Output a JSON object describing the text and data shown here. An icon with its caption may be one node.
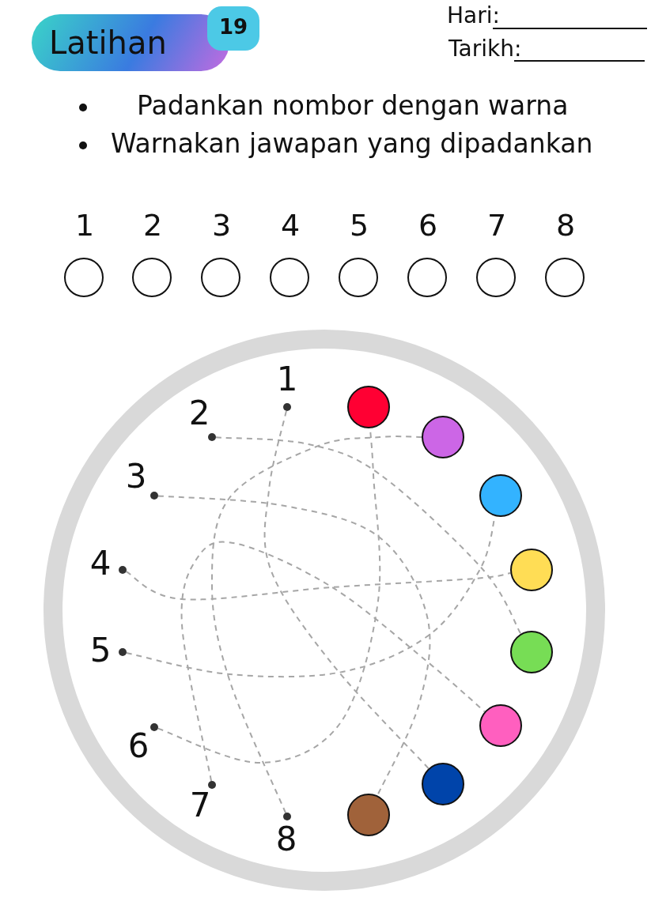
{
  "diagram": {
    "title": "Latihan",
    "nodes": [
      {
        "text": [
          "1"
        ]
      },
      {
        "text": [
          "2"
        ]
      },
      {
        "text": [
          "3"
        ]
      },
      {
        "text": [
          "4"
        ]
      },
      {
        "text": [
          "5"
        ]
      },
      {
        "text": [
          "6"
        ]
      },
      {
        "text": [
          "7"
        ]
      },
      {
        "text": [
          "8"
        ]
      },
      {
        "text": [],
        "shape": "circle"
      },
      {
        "text": [],
        "shape": "circle"
      },
      {
        "text": [],
        "shape": "circle"
      },
      {
        "text": [],
        "shape": "circle"
      },
      {
        "text": [],
        "shape": "circle"
      },
      {
        "text": [],
        "shape": "circle"
      },
      {
        "text": [],
        "shape": "circle"
      },
      {
        "text": [],
        "shape": "circle"
      }
    ],
    "edges": [
      {
        "from": 0,
        "to": 14,
        "arrow": "none",
        "style": "dashed"
      },
      {
        "from": 1,
        "to": 12,
        "arrow": "none",
        "style": "dashed"
      },
      {
        "from": 2,
        "to": 15,
        "arrow": "none",
        "style": "dashed"
      },
      {
        "from": 3,
        "to": 11,
        "arrow": "none",
        "style": "dashed"
      },
      {
        "from": 4,
        "to": 10,
        "arrow": "none",
        "style": "dashed"
      },
      {
        "from": 5,
        "to": 8,
        "arrow": "none",
        "style": "dashed"
      },
      {
        "from": 6,
        "to": 13,
        "arrow": "none",
        "style": "dashed"
      },
      {
        "from": 7,
        "to": 9,
        "arrow": "none",
        "style": "dashed"
      }
    ],
    "labels": [
      "19",
      "Hari:",
      "Tarikh:",
      "Padankan nombor dengan warna",
      "Warnakan jawapan yang dipadankan",
      "1",
      "2",
      "3",
      "4",
      "5",
      "6",
      "7",
      "8"
    ]
  }
}
